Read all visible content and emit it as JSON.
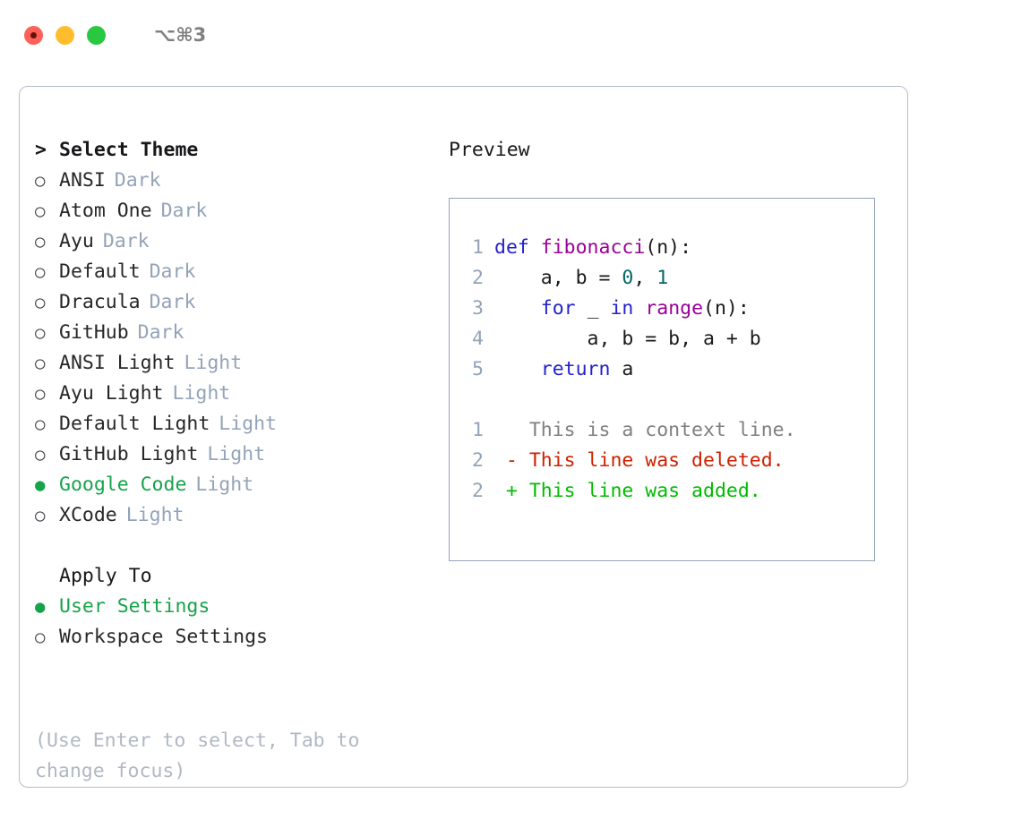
{
  "window": {
    "shortcut": "⌥⌘3",
    "traffic_lights": [
      {
        "name": "close",
        "color": "#ff6058"
      },
      {
        "name": "minimize",
        "color": "#ffbd2e"
      },
      {
        "name": "maximize",
        "color": "#28c840"
      }
    ]
  },
  "theme_picker": {
    "prompt_symbol": ">",
    "title": "Select Theme",
    "bullet_unselected": "○",
    "bullet_selected": "●",
    "items": [
      {
        "label": "ANSI",
        "tag": "Dark",
        "selected": false
      },
      {
        "label": "Atom One",
        "tag": "Dark",
        "selected": false
      },
      {
        "label": "Ayu",
        "tag": "Dark",
        "selected": false
      },
      {
        "label": "Default",
        "tag": "Dark",
        "selected": false
      },
      {
        "label": "Dracula",
        "tag": "Dark",
        "selected": false
      },
      {
        "label": "GitHub",
        "tag": "Dark",
        "selected": false
      },
      {
        "label": "ANSI Light",
        "tag": "Light",
        "selected": false
      },
      {
        "label": "Ayu Light",
        "tag": "Light",
        "selected": false
      },
      {
        "label": "Default Light",
        "tag": "Light",
        "selected": false
      },
      {
        "label": "GitHub Light",
        "tag": "Light",
        "selected": false
      },
      {
        "label": "Google Code",
        "tag": "Light",
        "selected": true
      },
      {
        "label": "XCode",
        "tag": "Light",
        "selected": false
      }
    ]
  },
  "apply_to": {
    "title": "Apply To",
    "options": [
      {
        "label": "User Settings",
        "selected": true
      },
      {
        "label": "Workspace Settings",
        "selected": false
      }
    ]
  },
  "hint": "(Use Enter to select, Tab to change focus)",
  "preview": {
    "title": "Preview",
    "code_lines": [
      {
        "number": "1",
        "tokens": [
          {
            "text": "def ",
            "type": "kw"
          },
          {
            "text": "fibonacci",
            "type": "fn"
          },
          {
            "text": "(n):",
            "type": "plain"
          }
        ]
      },
      {
        "number": "2",
        "tokens": [
          {
            "text": "    a, b = ",
            "type": "plain"
          },
          {
            "text": "0",
            "type": "num"
          },
          {
            "text": ", ",
            "type": "plain"
          },
          {
            "text": "1",
            "type": "num"
          }
        ]
      },
      {
        "number": "3",
        "tokens": [
          {
            "text": "    ",
            "type": "plain"
          },
          {
            "text": "for",
            "type": "kw"
          },
          {
            "text": " _ ",
            "type": "plain"
          },
          {
            "text": "in",
            "type": "kw"
          },
          {
            "text": " ",
            "type": "plain"
          },
          {
            "text": "range",
            "type": "fn"
          },
          {
            "text": "(n):",
            "type": "plain"
          }
        ]
      },
      {
        "number": "4",
        "tokens": [
          {
            "text": "        a, b = b, a + b",
            "type": "plain"
          }
        ]
      },
      {
        "number": "5",
        "tokens": [
          {
            "text": "    ",
            "type": "plain"
          },
          {
            "text": "return",
            "type": "kw"
          },
          {
            "text": " a",
            "type": "plain"
          }
        ]
      }
    ],
    "diff_lines": [
      {
        "number": "1",
        "marker": " ",
        "text": "This is a context line.",
        "kind": "ctx"
      },
      {
        "number": "2",
        "marker": "-",
        "text": "This line was deleted.",
        "kind": "del"
      },
      {
        "number": "2",
        "marker": "+",
        "text": "This line was added.",
        "kind": "add"
      }
    ]
  },
  "colors": {
    "accent_green": "#16a34a",
    "muted": "#94a3b8",
    "keyword": "#2222cc",
    "function": "#990099",
    "number": "#066666",
    "diff_deleted": "#cc2200",
    "diff_added": "#00bb00",
    "diff_context": "#808080"
  }
}
